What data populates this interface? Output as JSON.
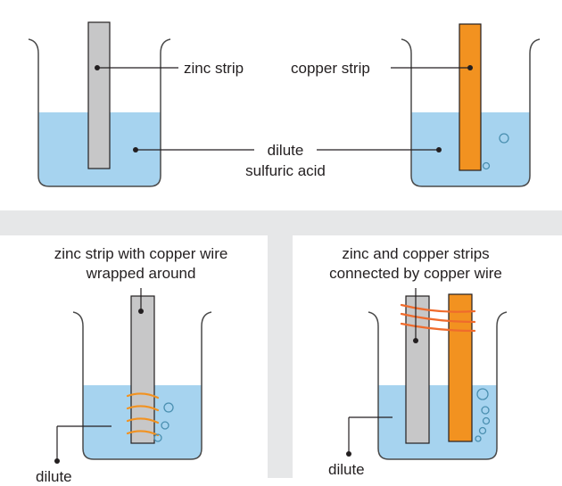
{
  "colors": {
    "acid": "#a6d3ef",
    "acid_stroke": "#4a4a4a",
    "zinc": "#c7c7c8",
    "copper": "#f29220",
    "copper_wire": "#ef6b2c",
    "bubble": "#4a8fb0",
    "divider": "#e6e7e8",
    "line": "#231f20"
  },
  "labels": {
    "zinc_strip": "zinc strip",
    "copper_strip": "copper strip",
    "dilute_line1": "dilute",
    "dilute_line2": "sulfuric acid",
    "panel_c_line1": "zinc strip with copper wire",
    "panel_c_line2": "wrapped around",
    "panel_d_line1": "zinc and copper strips",
    "panel_d_line2": "connected by copper wire",
    "panel_c_dilute": "dilute",
    "panel_d_dilute": "dilute"
  }
}
